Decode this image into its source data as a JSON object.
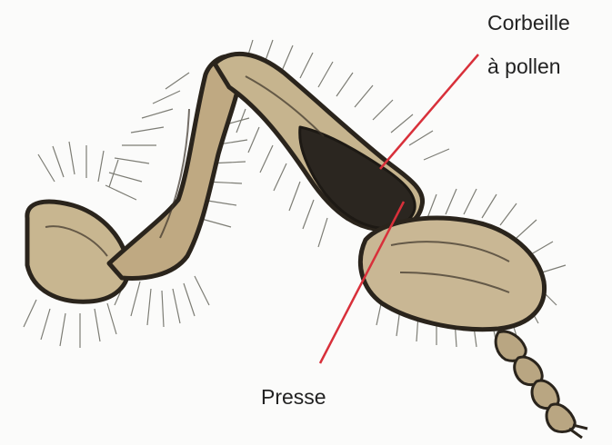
{
  "labels": {
    "corbeille_line1": "Corbeille",
    "corbeille_line2": "à pollen",
    "presse": "Presse"
  },
  "colors": {
    "pointer_line": "#d8303a",
    "leg_fill": "#c8b690",
    "leg_outline": "#2a241c",
    "hair": "#7a7a72",
    "dark_region": "#2b2620"
  },
  "icons": [
    "bee-leg-illustration"
  ]
}
